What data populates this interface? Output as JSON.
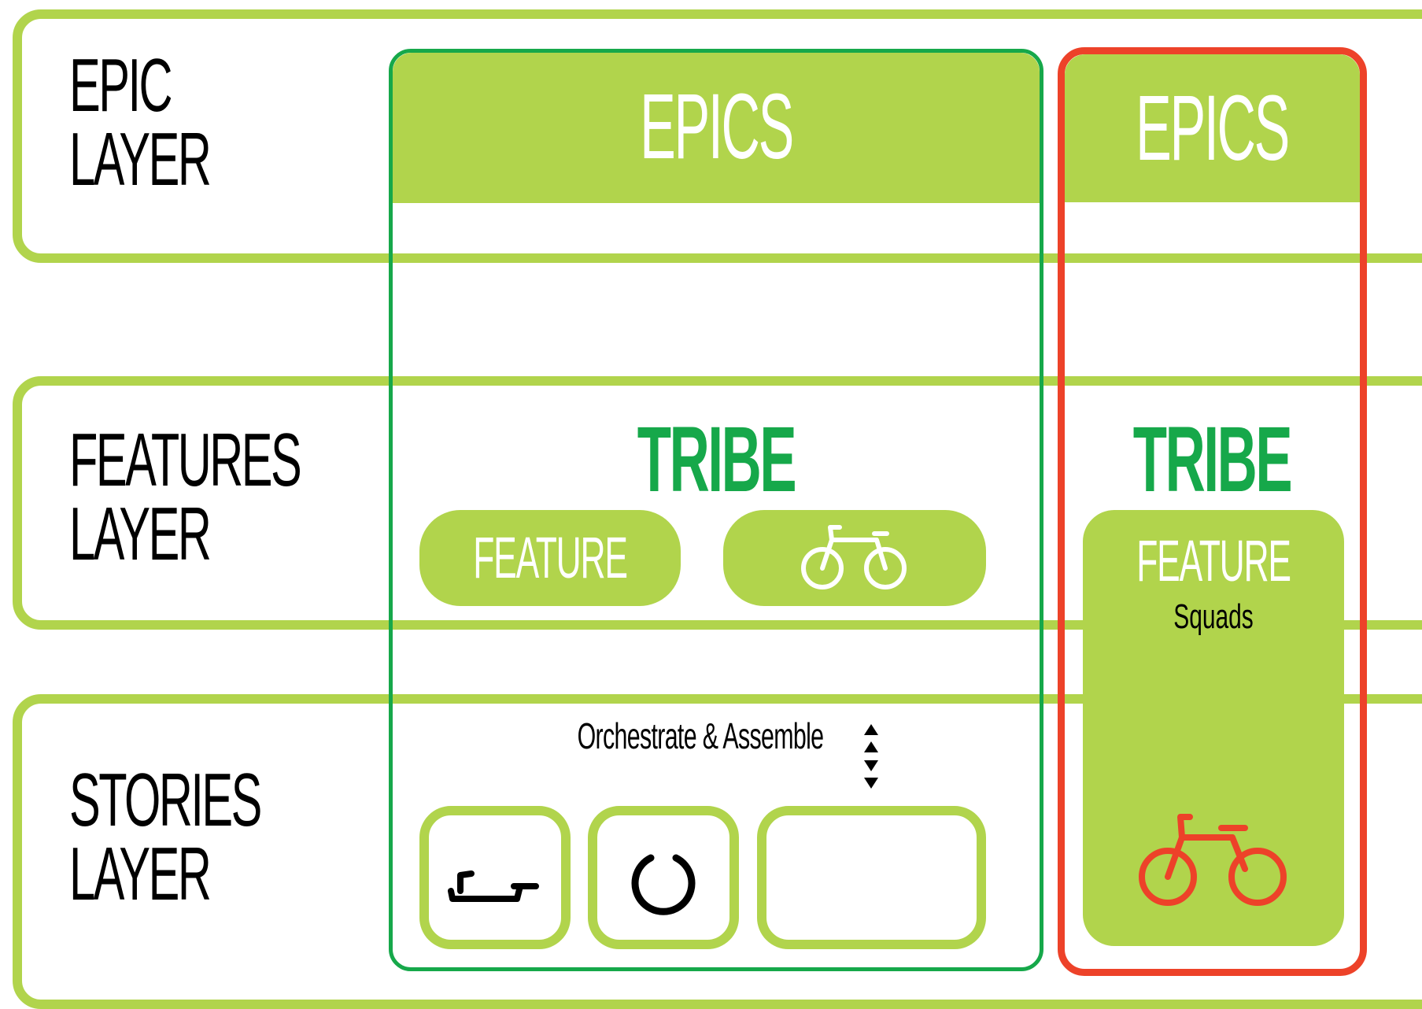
{
  "layers": {
    "epic": [
      "EPIC",
      "LAYER"
    ],
    "features": [
      "FEATURES",
      "LAYER"
    ],
    "stories": [
      "STORIES",
      "LAYER"
    ]
  },
  "columns": {
    "green": {
      "epics_label": "EPICS",
      "tribe_label": "TRIBE",
      "feature_label": "FEATURE",
      "orchestrate_label": "Orchestrate & Assemble",
      "border_color": "#16a84a"
    },
    "red": {
      "epics_label": "EPICS",
      "tribe_label": "TRIBE",
      "feature_label": "FEATURE",
      "squads_label": "Squads",
      "border_color": "#ed4229"
    }
  },
  "colors": {
    "accent_green": "#b1d44c",
    "tribe_green": "#16a84a",
    "red": "#ed4229"
  },
  "icons": [
    "bicycle-icon",
    "handlebar-icon",
    "wheel-icon",
    "up-down-arrows-icon",
    "red-bicycle-icon"
  ]
}
